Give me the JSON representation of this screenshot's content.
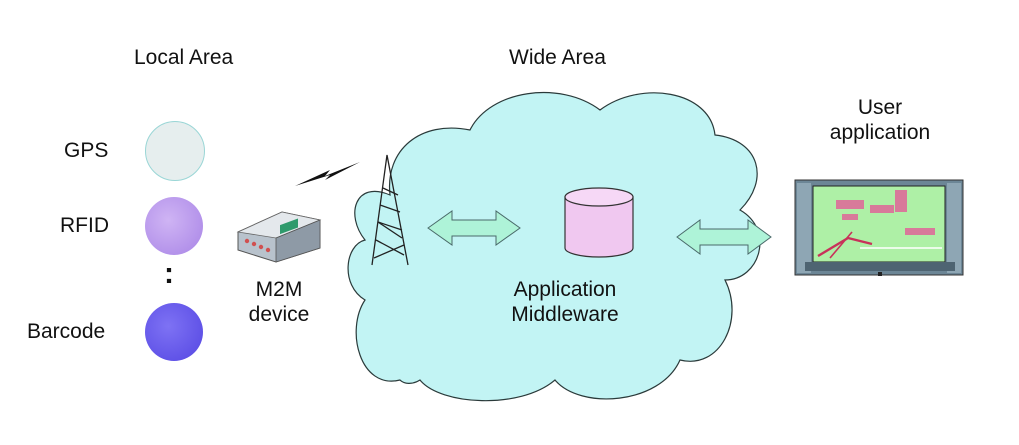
{
  "headings": {
    "local_area": "Local Area",
    "wide_area": "Wide Area"
  },
  "sensors": [
    {
      "label": "GPS",
      "color": "#e6eeee"
    },
    {
      "label": "RFID",
      "color": "#b694ec"
    },
    {
      "label": "Barcode",
      "color": "#6a5cf0"
    }
  ],
  "ellipsis": ":",
  "device": {
    "line1": "M2M",
    "line2": "device"
  },
  "middleware": {
    "line1": "Application",
    "line2": "Middleware"
  },
  "user_app": {
    "line1": "User",
    "line2": "application"
  },
  "colors": {
    "cloud_fill": "#c2f4f4",
    "arrow_fill": "#aef3d8",
    "database_fill": "#f0c8f0",
    "monitor_frame": "#6c8696",
    "screen_map": "#aef0a6",
    "map_blocks": "#d87a9a"
  },
  "icons": {
    "sensor": "circle",
    "device": "m2m-device-icon",
    "tower": "radio-tower-icon",
    "signal": "lightning-bolt-icon",
    "database": "database-cylinder-icon",
    "monitor": "monitor-icon"
  }
}
